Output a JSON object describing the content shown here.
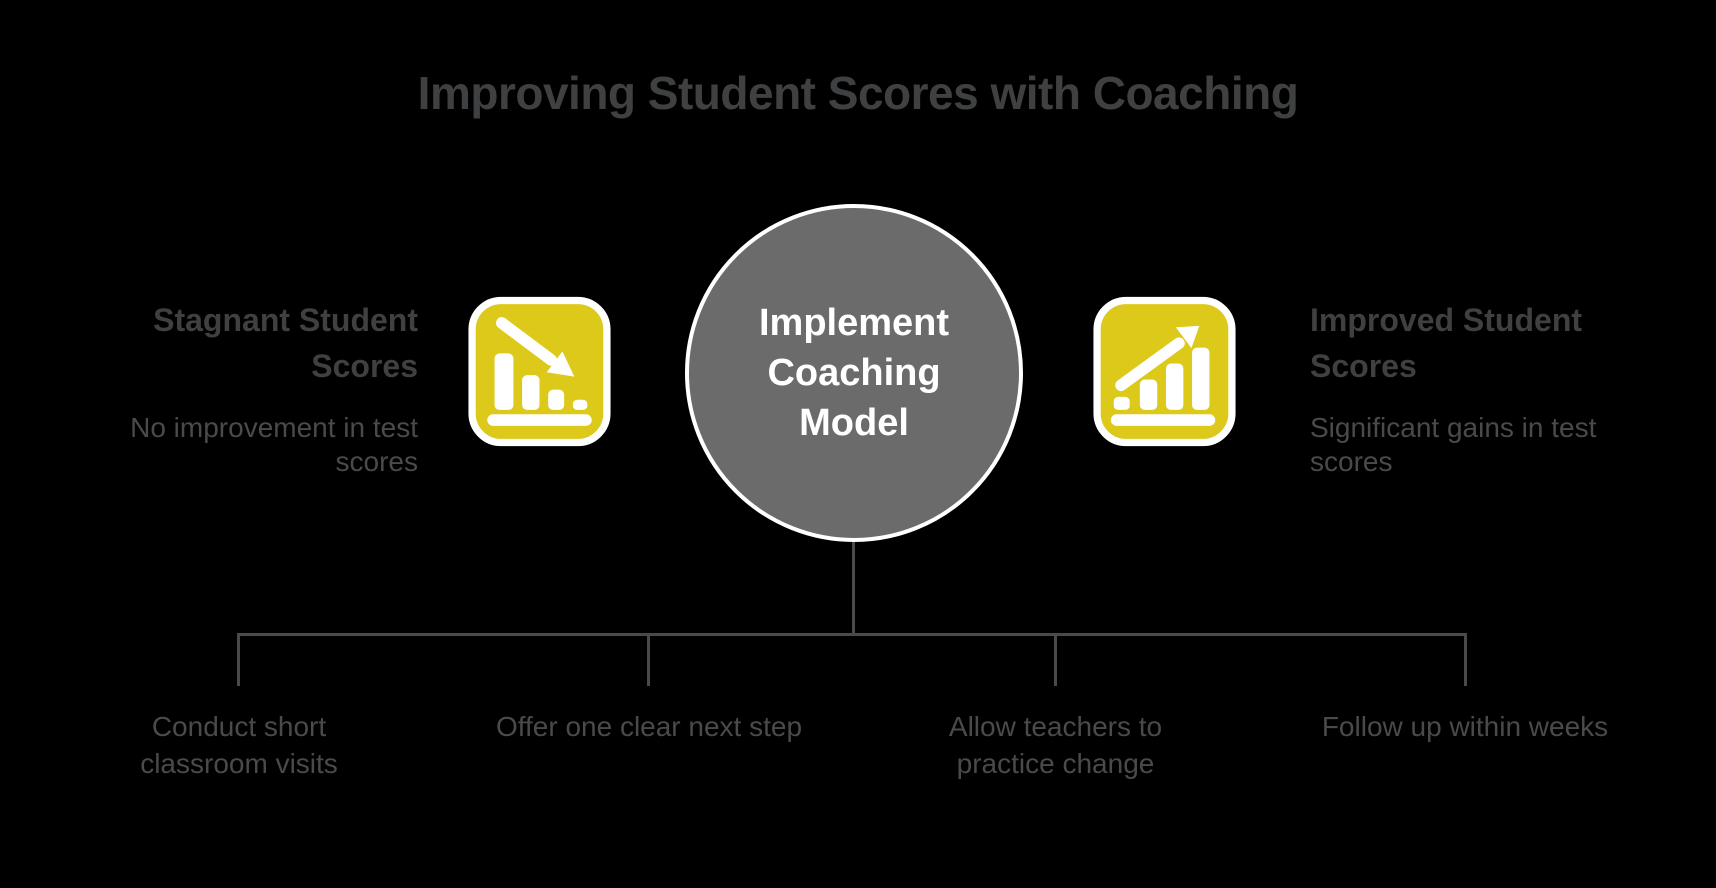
{
  "title": "Improving Student Scores with Coaching",
  "colors": {
    "background": "#000000",
    "accent_yellow": "#ddc91a",
    "circle_gray": "#6b6b6b",
    "heading_text": "#3f4041",
    "body_text": "#4a4a4b",
    "connector_line": "#4a4a4a",
    "icon_glyph": "#ffffff"
  },
  "center": {
    "label": "Implement Coaching Model"
  },
  "left": {
    "heading": "Stagnant Student Scores",
    "description": "No improvement in test scores",
    "icon": "declining-bar-chart-icon"
  },
  "right": {
    "heading": "Improved Student Scores",
    "description": "Significant gains in test scores",
    "icon": "rising-bar-chart-icon"
  },
  "steps": [
    {
      "label": "Conduct short classroom visits"
    },
    {
      "label": "Offer one clear next step"
    },
    {
      "label": "Allow teachers to practice change"
    },
    {
      "label": "Follow up within weeks"
    }
  ]
}
